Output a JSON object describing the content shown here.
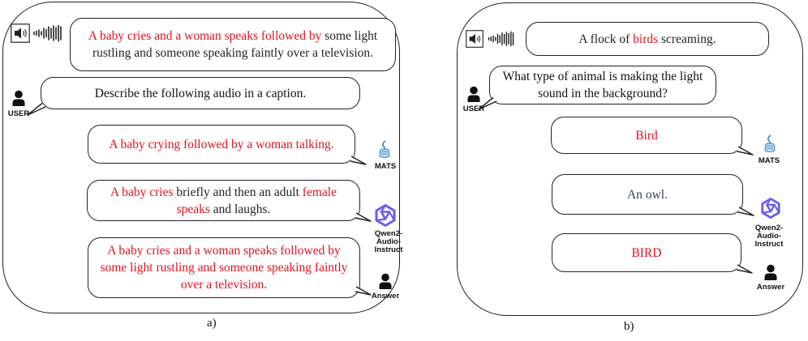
{
  "panel_a": {
    "audio_bubble": [
      {
        "text": "A baby cries and a woman speaks followed by",
        "color": "red"
      },
      {
        "text": " some light rustling and someone speaking faintly over a television.",
        "color": "dark"
      }
    ],
    "user_prompt": "Describe the following audio in a caption.",
    "user_label": "USER",
    "mats_response": [
      {
        "text": "A baby crying followed by a woman talking.",
        "color": "red"
      }
    ],
    "mats_label": "MATS",
    "qwen_response": [
      {
        "text": "A baby cries",
        "color": "red"
      },
      {
        "text": " briefly and then an adult ",
        "color": "dark"
      },
      {
        "text": "female speaks",
        "color": "red"
      },
      {
        "text": " and laughs.",
        "color": "dark"
      }
    ],
    "qwen_label_line1": "Qwen2-Audio-",
    "qwen_label_line2": "Instruct",
    "answer_response": [
      {
        "text": "A baby cries and a woman speaks followed by some light rustling and someone speaking faintly over a television.",
        "color": "red"
      }
    ],
    "answer_label": "Answer",
    "caption": "a)"
  },
  "panel_b": {
    "audio_bubble": [
      {
        "text": "A flock of ",
        "color": "dark"
      },
      {
        "text": "birds",
        "color": "red"
      },
      {
        "text": " screaming.",
        "color": "dark"
      }
    ],
    "user_prompt": "What type of animal is making the light sound in the background?",
    "user_label": "USER",
    "mats_response": [
      {
        "text": "Bird",
        "color": "red"
      }
    ],
    "mats_label": "MATS",
    "qwen_response": [
      {
        "text": "An owl.",
        "color": "slate"
      }
    ],
    "qwen_label_line1": "Qwen2-Audio-",
    "qwen_label_line2": "Instruct",
    "answer_response": [
      {
        "text": "BIRD",
        "color": "red"
      }
    ],
    "answer_label": "Answer",
    "caption": "b)"
  },
  "icons": [
    "speaker-icon",
    "waveform-icon",
    "user-icon",
    "mats-logo-icon",
    "qwen-logo-icon",
    "answer-person-icon"
  ],
  "colors": {
    "highlight": "#e8101e",
    "text": "#222222",
    "qwen_purple": "#6b5cf0",
    "mats_blue": "#4a90c8"
  }
}
